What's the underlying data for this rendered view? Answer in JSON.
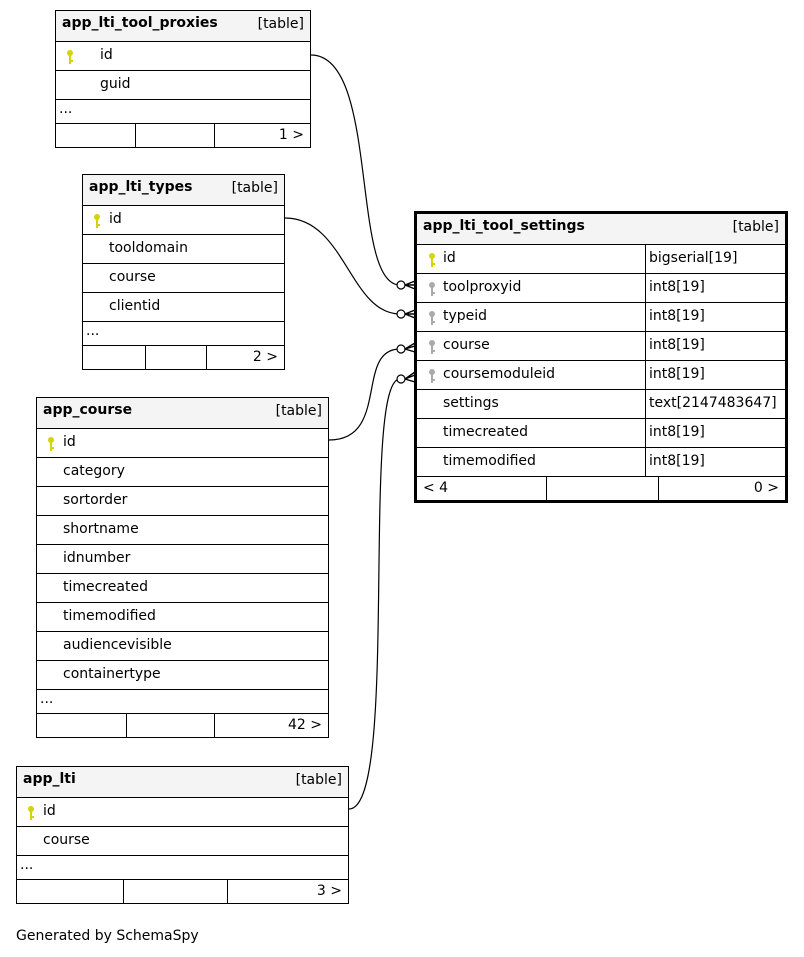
{
  "tables": {
    "proxies": {
      "name": "app_lti_tool_proxies",
      "kind": "[table]",
      "columns": [
        {
          "name": "id",
          "key": "pk"
        },
        {
          "name": "guid",
          "key": ""
        }
      ],
      "more": "...",
      "children": "1 >"
    },
    "types": {
      "name": "app_lti_types",
      "kind": "[table]",
      "columns": [
        {
          "name": "id",
          "key": "pk"
        },
        {
          "name": "tooldomain",
          "key": ""
        },
        {
          "name": "course",
          "key": ""
        },
        {
          "name": "clientid",
          "key": ""
        }
      ],
      "more": "...",
      "children": "2 >"
    },
    "course": {
      "name": "app_course",
      "kind": "[table]",
      "columns": [
        {
          "name": "id",
          "key": "pk"
        },
        {
          "name": "category",
          "key": ""
        },
        {
          "name": "sortorder",
          "key": ""
        },
        {
          "name": "shortname",
          "key": ""
        },
        {
          "name": "idnumber",
          "key": ""
        },
        {
          "name": "timecreated",
          "key": ""
        },
        {
          "name": "timemodified",
          "key": ""
        },
        {
          "name": "audiencevisible",
          "key": ""
        },
        {
          "name": "containertype",
          "key": ""
        }
      ],
      "more": "...",
      "children": "42 >"
    },
    "lti": {
      "name": "app_lti",
      "kind": "[table]",
      "columns": [
        {
          "name": "id",
          "key": "pk"
        },
        {
          "name": "course",
          "key": ""
        }
      ],
      "more": "...",
      "children": "3 >"
    },
    "settings": {
      "name": "app_lti_tool_settings",
      "kind": "[table]",
      "columns": [
        {
          "name": "id",
          "type": "bigserial[19]",
          "key": "pk"
        },
        {
          "name": "toolproxyid",
          "type": "int8[19]",
          "key": "fk"
        },
        {
          "name": "typeid",
          "type": "int8[19]",
          "key": "fk"
        },
        {
          "name": "course",
          "type": "int8[19]",
          "key": "fk"
        },
        {
          "name": "coursemoduleid",
          "type": "int8[19]",
          "key": "fk"
        },
        {
          "name": "settings",
          "type": "text[2147483647]",
          "key": ""
        },
        {
          "name": "timecreated",
          "type": "int8[19]",
          "key": ""
        },
        {
          "name": "timemodified",
          "type": "int8[19]",
          "key": ""
        }
      ],
      "parents": "< 4",
      "children": "0 >"
    }
  },
  "colors": {
    "pk_key": "#d4d40a",
    "fk_key": "#aaaaaa",
    "header_bg": "#f4f4f4"
  },
  "icons": {
    "primary_key": "key-icon",
    "foreign_key": "key-icon"
  },
  "footer": "Generated by SchemaSpy"
}
